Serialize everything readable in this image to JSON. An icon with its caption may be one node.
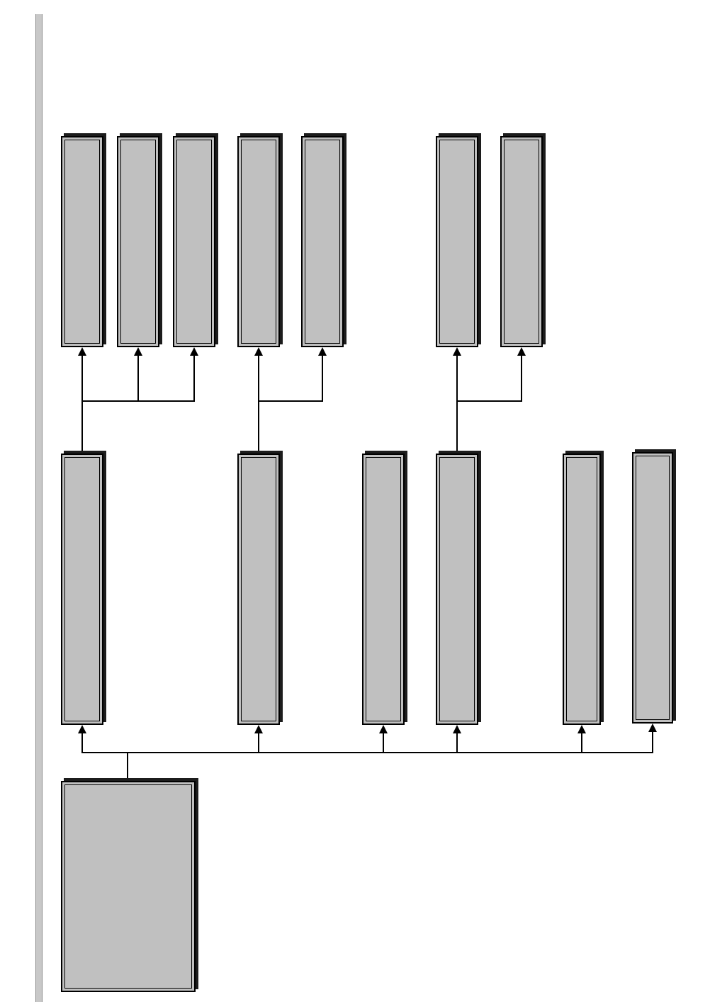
{
  "diagram": {
    "nodes": [
      {
        "text": [],
        "shape": "box"
      },
      {
        "text": [],
        "shape": "box"
      },
      {
        "text": [],
        "shape": "box"
      },
      {
        "text": [],
        "shape": "box"
      },
      {
        "text": [],
        "shape": "box"
      },
      {
        "text": [],
        "shape": "box"
      },
      {
        "text": [],
        "shape": "box"
      },
      {
        "text": [],
        "shape": "box"
      },
      {
        "text": [],
        "shape": "box"
      },
      {
        "text": [],
        "shape": "box"
      },
      {
        "text": [],
        "shape": "box"
      },
      {
        "text": [],
        "shape": "box"
      },
      {
        "text": [],
        "shape": "box"
      },
      {
        "text": [],
        "shape": "box"
      }
    ],
    "edges": [
      {
        "from": 13,
        "to": 7,
        "arrow": "to"
      },
      {
        "from": 13,
        "to": 8,
        "arrow": "to"
      },
      {
        "from": 13,
        "to": 9,
        "arrow": "to"
      },
      {
        "from": 13,
        "to": 10,
        "arrow": "to"
      },
      {
        "from": 13,
        "to": 11,
        "arrow": "to"
      },
      {
        "from": 13,
        "to": 12,
        "arrow": "to"
      },
      {
        "from": 7,
        "to": 0,
        "arrow": "to"
      },
      {
        "from": 7,
        "to": 1,
        "arrow": "to"
      },
      {
        "from": 7,
        "to": 2,
        "arrow": "to"
      },
      {
        "from": 8,
        "to": 3,
        "arrow": "to"
      },
      {
        "from": 8,
        "to": 4,
        "arrow": "to"
      },
      {
        "from": 10,
        "to": 5,
        "arrow": "to"
      },
      {
        "from": 10,
        "to": 6,
        "arrow": "to"
      }
    ]
  }
}
